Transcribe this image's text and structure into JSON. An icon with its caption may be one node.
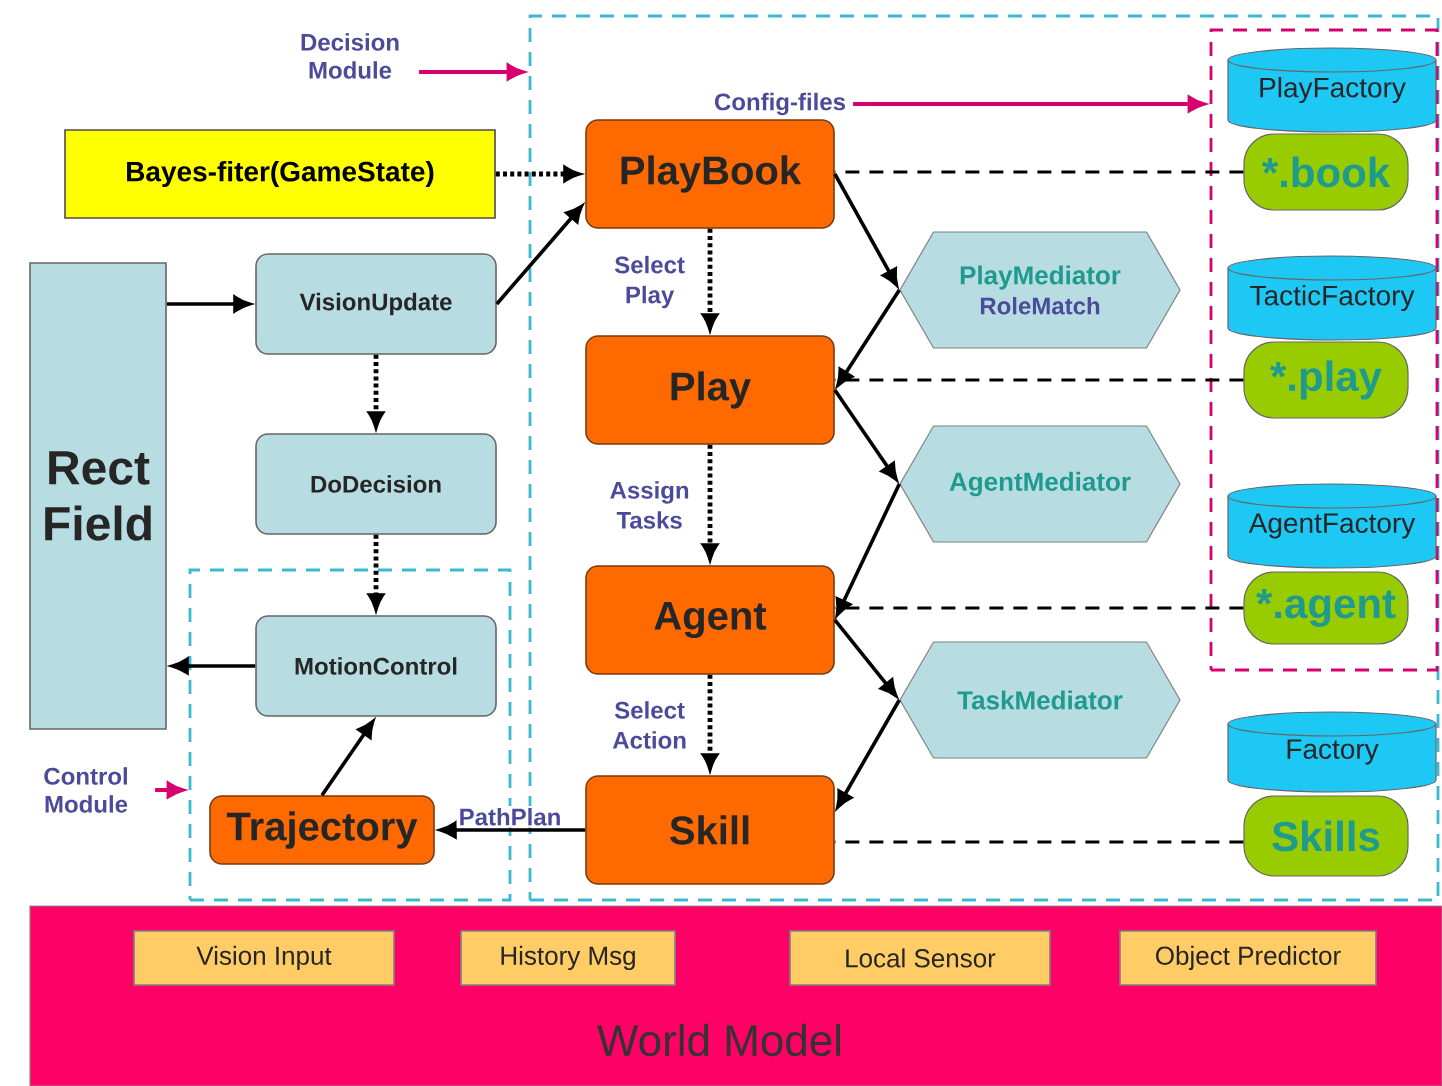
{
  "diagram": {
    "nodes": [
      {
        "text": [
          "Decision Module"
        ]
      },
      {
        "text": [],
        "shape": "box"
      },
      {
        "text": [
          "Bayes-fiter(GameState)"
        ]
      },
      {
        "text": [
          "PlayBook"
        ],
        "in": 1
      },
      {
        "text": [
          "Config-files"
        ],
        "in": 1
      },
      {
        "text": [],
        "shape": "box",
        "in": 1
      },
      {
        "text": [
          "PlayFactory"
        ],
        "in": 5
      },
      {
        "text": [
          "*.book"
        ],
        "in": 5
      },
      {
        "text": [
          "Rect Field"
        ]
      },
      {
        "text": [
          "VisionUpdate"
        ]
      },
      {
        "text": [
          "Play"
        ],
        "in": 1
      },
      {
        "text": [
          "PlayMediator",
          "RoleMatch"
        ],
        "in": 1
      },
      {
        "text": [
          "TacticFactory"
        ],
        "in": 5
      },
      {
        "text": [
          "*.play"
        ],
        "in": 5
      },
      {
        "text": [
          "DoDecision"
        ]
      },
      {
        "text": [
          "AgentMediator"
        ],
        "in": 1
      },
      {
        "text": [
          "AgentFactory"
        ],
        "in": 5
      },
      {
        "text": [
          "*.agent"
        ],
        "in": 5
      },
      {
        "text": [
          "Agent"
        ],
        "in": 1
      },
      {
        "text": [
          "Control Module"
        ]
      },
      {
        "text": [],
        "shape": "box"
      },
      {
        "text": [
          "MotionControl"
        ],
        "in": 20
      },
      {
        "text": [
          "TaskMediator"
        ],
        "in": 1
      },
      {
        "text": [
          "Factory"
        ],
        "in": 1
      },
      {
        "text": [
          "Skills"
        ],
        "in": 1
      },
      {
        "text": [
          "Trajectory"
        ],
        "in": 20
      },
      {
        "text": [
          "Skill"
        ],
        "in": 1
      },
      {
        "text": [
          "World Model"
        ]
      },
      {
        "text": [
          "Vision Input"
        ],
        "in": 27
      },
      {
        "text": [
          "History Msg"
        ],
        "in": 27
      },
      {
        "text": [
          "Local Sensor"
        ],
        "in": 27
      },
      {
        "text": [
          "Object Predictor"
        ],
        "in": 27
      }
    ],
    "edges": [
      {
        "from": 0,
        "to": 1,
        "arrow": "to",
        "color": "#d6006e"
      },
      {
        "from": 2,
        "to": 3,
        "arrow": "to",
        "style": "dashed"
      },
      {
        "from": 4,
        "to": 5,
        "arrow": "to",
        "color": "#d6006e"
      },
      {
        "from": 8,
        "to": 9,
        "arrow": "to"
      },
      {
        "from": 9,
        "to": 3,
        "arrow": "to"
      },
      {
        "from": 7,
        "to": 3,
        "arrow": "none",
        "style": "dashed"
      },
      {
        "from": 3,
        "to": 10,
        "arrow": "to",
        "style": "dashed",
        "label": "Select Play"
      },
      {
        "from": 3,
        "to": 11,
        "arrow": "to"
      },
      {
        "from": 11,
        "to": 10,
        "arrow": "to"
      },
      {
        "from": 13,
        "to": 10,
        "arrow": "none",
        "style": "dashed"
      },
      {
        "from": 9,
        "to": 14,
        "arrow": "to",
        "style": "dashed"
      },
      {
        "from": 10,
        "to": 15,
        "arrow": "to"
      },
      {
        "from": 15,
        "to": 18,
        "arrow": "to"
      },
      {
        "from": 10,
        "to": 18,
        "arrow": "to",
        "style": "dashed",
        "label": "Assign Tasks"
      },
      {
        "from": 17,
        "to": 18,
        "arrow": "none",
        "style": "dashed"
      },
      {
        "from": 14,
        "to": 21,
        "arrow": "to",
        "style": "dashed"
      },
      {
        "from": 18,
        "to": 22,
        "arrow": "to"
      },
      {
        "from": 22,
        "to": 26,
        "arrow": "to"
      },
      {
        "from": 18,
        "to": 26,
        "arrow": "to",
        "style": "dashed",
        "label": "Select Action"
      },
      {
        "from": 19,
        "to": 20,
        "arrow": "to",
        "color": "#d6006e"
      },
      {
        "from": 21,
        "to": 8,
        "arrow": "to"
      },
      {
        "from": 25,
        "to": 21,
        "arrow": "to"
      },
      {
        "from": 26,
        "to": 25,
        "arrow": "to",
        "label": "PathPlan"
      },
      {
        "from": 24,
        "to": 26,
        "arrow": "none",
        "style": "dashed"
      }
    ]
  }
}
